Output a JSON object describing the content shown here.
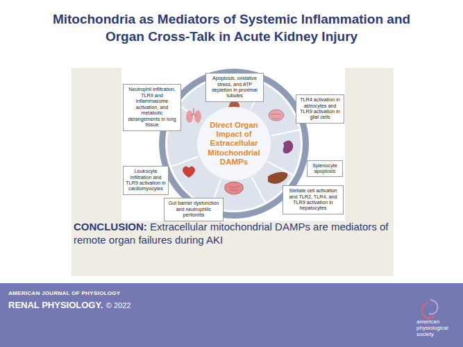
{
  "diagram": {
    "title": "Mitochondria as Mediators of Systemic Inflammation and Organ Cross-Talk in Acute Kidney Injury",
    "nodes": [
      {
        "text": [
          "Direct Organ Impact of Extracellular Mitochondrial DAMPs"
        ]
      },
      {
        "text": [
          "Apoptosis, oxidative stress, and ATP depletion in proximal tubules"
        ]
      },
      {
        "text": [
          "TLR4 activation in astrocytes and TLR9 activation in glial cells"
        ]
      },
      {
        "text": [
          "Splenocyte apoptosis"
        ]
      },
      {
        "text": [
          "Stellate cell activation and TLR2, TLR4, and TLR9 activation in hepatocytes"
        ]
      },
      {
        "text": [
          "Gut barrier dysfunction and neutrophilic peritonitis"
        ]
      },
      {
        "text": [
          "Leukocyte infiltration and TLR9 activation in cardiomyocytes"
        ]
      },
      {
        "text": [
          "Neutrophil infiltration, TLR9 and inflammasome activation, and metabolic derangements in lung tissue"
        ]
      }
    ],
    "labels": [
      "CONCLUSION:",
      "Extracellular mitochondrial DAMPs are mediators of remote organ failures during AKI",
      "AMERICAN JOURNAL OF PHYSIOLOGY",
      "RENAL PHYSIOLOGY.",
      "© 2022",
      "american physiological society"
    ]
  }
}
